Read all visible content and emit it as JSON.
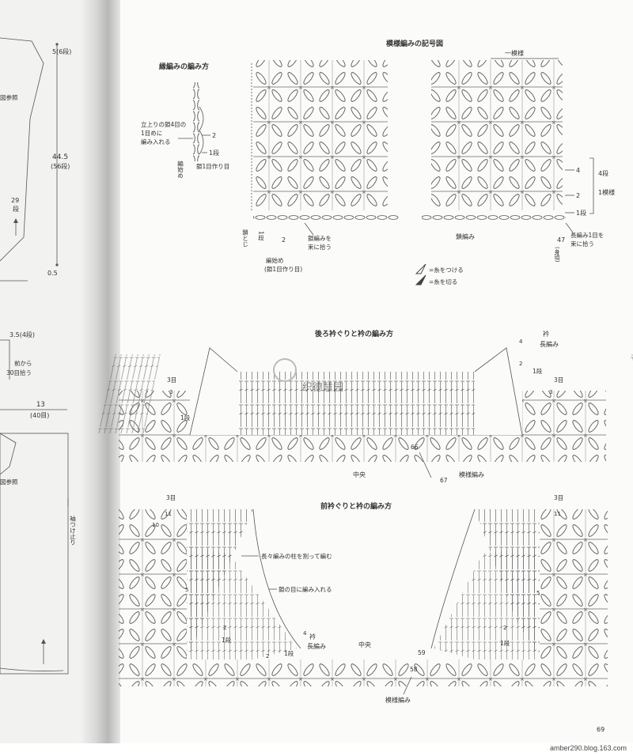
{
  "left_page": {
    "top_rows": "5(6段)",
    "height_cm": "44.5",
    "height_rows": "(56段)",
    "ref1": "図参照",
    "side_rows_a": "29",
    "side_rows_b": "段",
    "bottom": "0.5",
    "shoulder": "3.5(4段)",
    "pickup_a": "前から",
    "pickup_b": "30目拾う",
    "width_cm": "13",
    "width_sts": "(40目)",
    "ref2": "図参照",
    "sleeve_stop": "袖つけ止り"
  },
  "edging": {
    "title": "縁編みの編み方",
    "note_l1": "立上りの鎖4目の",
    "note_l2": "1目めに",
    "note_l3": "編み入れる",
    "row2": "2",
    "row1": "1段",
    "start_a": "編始め",
    "start_b": "鎖1目作り目"
  },
  "pattern": {
    "title": "模様編みの記号図",
    "repeat": "一模様",
    "row4": "4",
    "row2": "2",
    "row1": "1段",
    "bracket_a": "4段",
    "bracket_b": "1模様",
    "chain_end": "鎖とじ",
    "one_row": "1段",
    "two": "2",
    "chain_pick_a": "鎖編みを",
    "chain_pick_b": "束に拾う",
    "chain_st": "鎖編み",
    "st47_a": "47",
    "st47_b": "(身頃)",
    "treble_a": "長編み1目を",
    "treble_b": "束に拾う",
    "start_a": "編始め",
    "start_b": "(鎖1目作り目)",
    "join": "=糸をつける",
    "cut": "=糸を切る"
  },
  "back": {
    "title": "後ろ衿ぐりと衿の編み方",
    "collar_a": "衿",
    "collar_b": "長編み",
    "n4": "4",
    "n2": "2",
    "n1": "1段",
    "three_l": "3目",
    "three_l2": "3",
    "one_l": "1段",
    "three_r": "3目",
    "three_r2": "3",
    "n66": "66",
    "n67": "67",
    "center": "中央",
    "pattern": "模様編み",
    "watermark": "织德慧园"
  },
  "front": {
    "title": "前衿ぐりと衿の編み方",
    "three_l": "3目",
    "n11_l": "11",
    "n10": "10",
    "split": "長々編みの柱を割って編む",
    "into_chain": "鎖の目に編み入れる",
    "n5_l": "5",
    "n2_l": "2",
    "n1_l": "1段",
    "n4": "4",
    "collar_a": "衿",
    "collar_b": "長編み",
    "two_c": "2",
    "one_c": "1段",
    "center": "中央",
    "n59": "59",
    "n58": "58",
    "pattern": "模様編み",
    "three_r": "3目",
    "n11_r": "11",
    "n5_r": "5",
    "n2_r": "2",
    "n1_r": "1段"
  },
  "page_number": "69",
  "watermark_url": "amber290.blog.163.com"
}
